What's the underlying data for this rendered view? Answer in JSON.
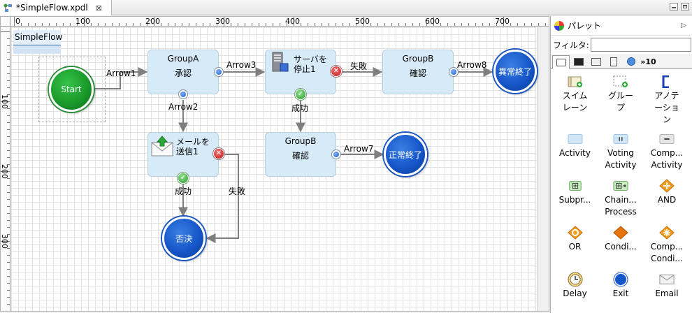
{
  "editor": {
    "tab_title": "*SimpleFlow.xpdl",
    "close_glyph": "⊠"
  },
  "ruler": {
    "h_labels": [
      "0",
      "100",
      "200",
      "300",
      "400",
      "500",
      "600",
      "700"
    ],
    "v_labels": [
      "100",
      "200",
      "300"
    ]
  },
  "diagram": {
    "name": "SimpleFlow",
    "nodes": {
      "start": "Start",
      "group_a_title": "GroupA",
      "group_a_sub": "承認",
      "server_line1": "サーバを",
      "server_line2": "停止1",
      "group_b1_title": "GroupB",
      "group_b1_sub": "確認",
      "mail_line1": "メールを",
      "mail_line2": "送信1",
      "group_b2_title": "GroupB",
      "group_b2_sub": "確認",
      "end_error": "異常終了",
      "end_normal": "正常終了",
      "end_reject": "否決"
    },
    "connections": {
      "arrow1": "Arrow1",
      "arrow2": "Arrow2",
      "arrow3": "Arrow3",
      "arrow7": "Arrow7",
      "arrow8": "Arrow8",
      "fail1": "失敗",
      "success1": "成功",
      "success2": "成功",
      "fail2": "失敗"
    }
  },
  "palette": {
    "title": "パレット",
    "filter_label": "フィルタ:",
    "filter_value": "",
    "tab_more": "»10",
    "items": [
      {
        "label": "スイム\nレーン",
        "icon": "swimlane-icon"
      },
      {
        "label": "グルー\nプ",
        "icon": "group-icon"
      },
      {
        "label": "アノテ\nーショ\nン",
        "icon": "annotation-icon"
      },
      {
        "label": "Activity",
        "icon": "activity-icon"
      },
      {
        "label": "Voting\nActivity",
        "icon": "voting-activity-icon"
      },
      {
        "label": "Comp...\nActivity",
        "icon": "compensation-activity-icon"
      },
      {
        "label": "Subpr...",
        "icon": "subprocess-icon"
      },
      {
        "label": "Chain...\nProcess",
        "icon": "chain-process-icon"
      },
      {
        "label": "AND",
        "icon": "and-gateway-icon"
      },
      {
        "label": "OR",
        "icon": "or-gateway-icon"
      },
      {
        "label": "Condi...",
        "icon": "conditional-gateway-icon"
      },
      {
        "label": "Comp...\nCondi...",
        "icon": "complex-conditional-icon"
      },
      {
        "label": "Delay",
        "icon": "delay-icon"
      },
      {
        "label": "Exit",
        "icon": "exit-icon"
      },
      {
        "label": "Email",
        "icon": "email-icon"
      }
    ]
  },
  "colors": {
    "activity_fill": "#d7eaf8",
    "start_green": "#1a9b2b",
    "end_blue": "#1656c9",
    "connector": "#808080"
  }
}
